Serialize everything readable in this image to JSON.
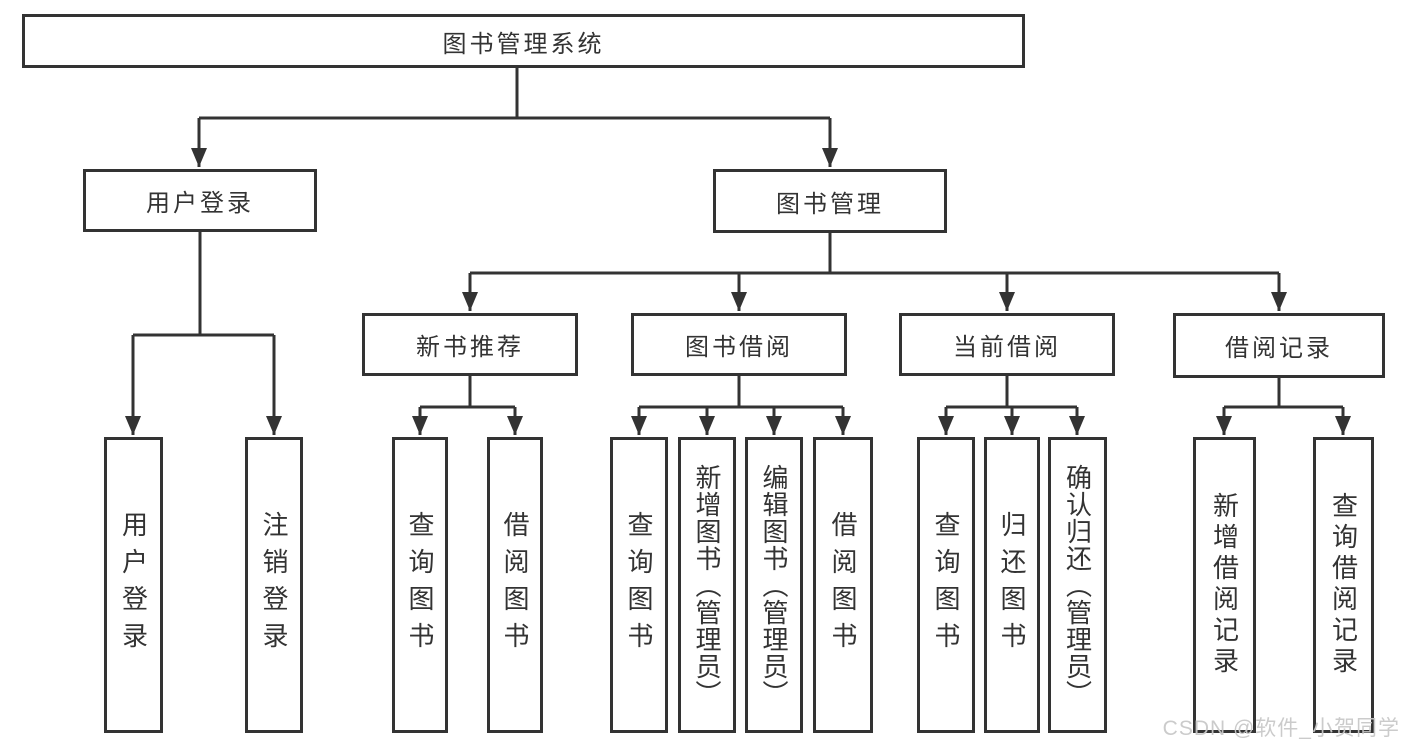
{
  "diagram": {
    "type": "hierarchy-tree",
    "watermark": "CSDN @软件_小贺同学",
    "colors": {
      "background": "#ffffff",
      "box_border": "#333333",
      "connector_line": "#333333",
      "text": "#333333",
      "watermark_text": "#c8c8c8"
    },
    "nodes": {
      "root": "图书管理系统",
      "level2": {
        "login": "用户登录",
        "management": "图书管理"
      },
      "level3": {
        "new_books": "新书推荐",
        "book_borrow": "图书借阅",
        "current_borrow": "当前借阅",
        "borrow_records": "借阅记录"
      },
      "leaves": {
        "login": [
          "用户登录",
          "注销登录"
        ],
        "new_books": [
          "查询图书",
          "借阅图书"
        ],
        "book_borrow": [
          "查询图书",
          "新增图书（管理员）",
          "编辑图书（管理员）",
          "借阅图书"
        ],
        "current_borrow": [
          "查询图书",
          "归还图书",
          "确认归还（管理员）"
        ],
        "borrow_records": [
          "新增借阅记录",
          "查询借阅记录"
        ]
      }
    }
  }
}
